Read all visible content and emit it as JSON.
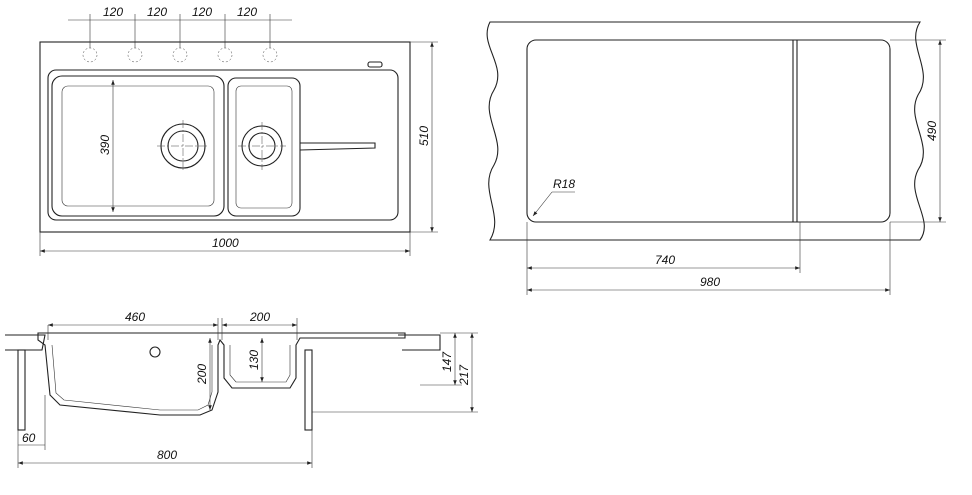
{
  "top_view": {
    "hole_spacing": [
      "120",
      "120",
      "120",
      "120"
    ],
    "height": "510",
    "bowl_depth": "390",
    "width": "1000"
  },
  "cutout_view": {
    "height": "490",
    "radius": "R18",
    "bowl_width": "740",
    "width": "980"
  },
  "section_view": {
    "large_bowl_width": "460",
    "small_bowl_width": "200",
    "large_bowl_depth": "200",
    "small_bowl_depth": "130",
    "depth_147": "147",
    "depth_217": "217",
    "wall_offset": "60",
    "cabinet_width": "800"
  }
}
